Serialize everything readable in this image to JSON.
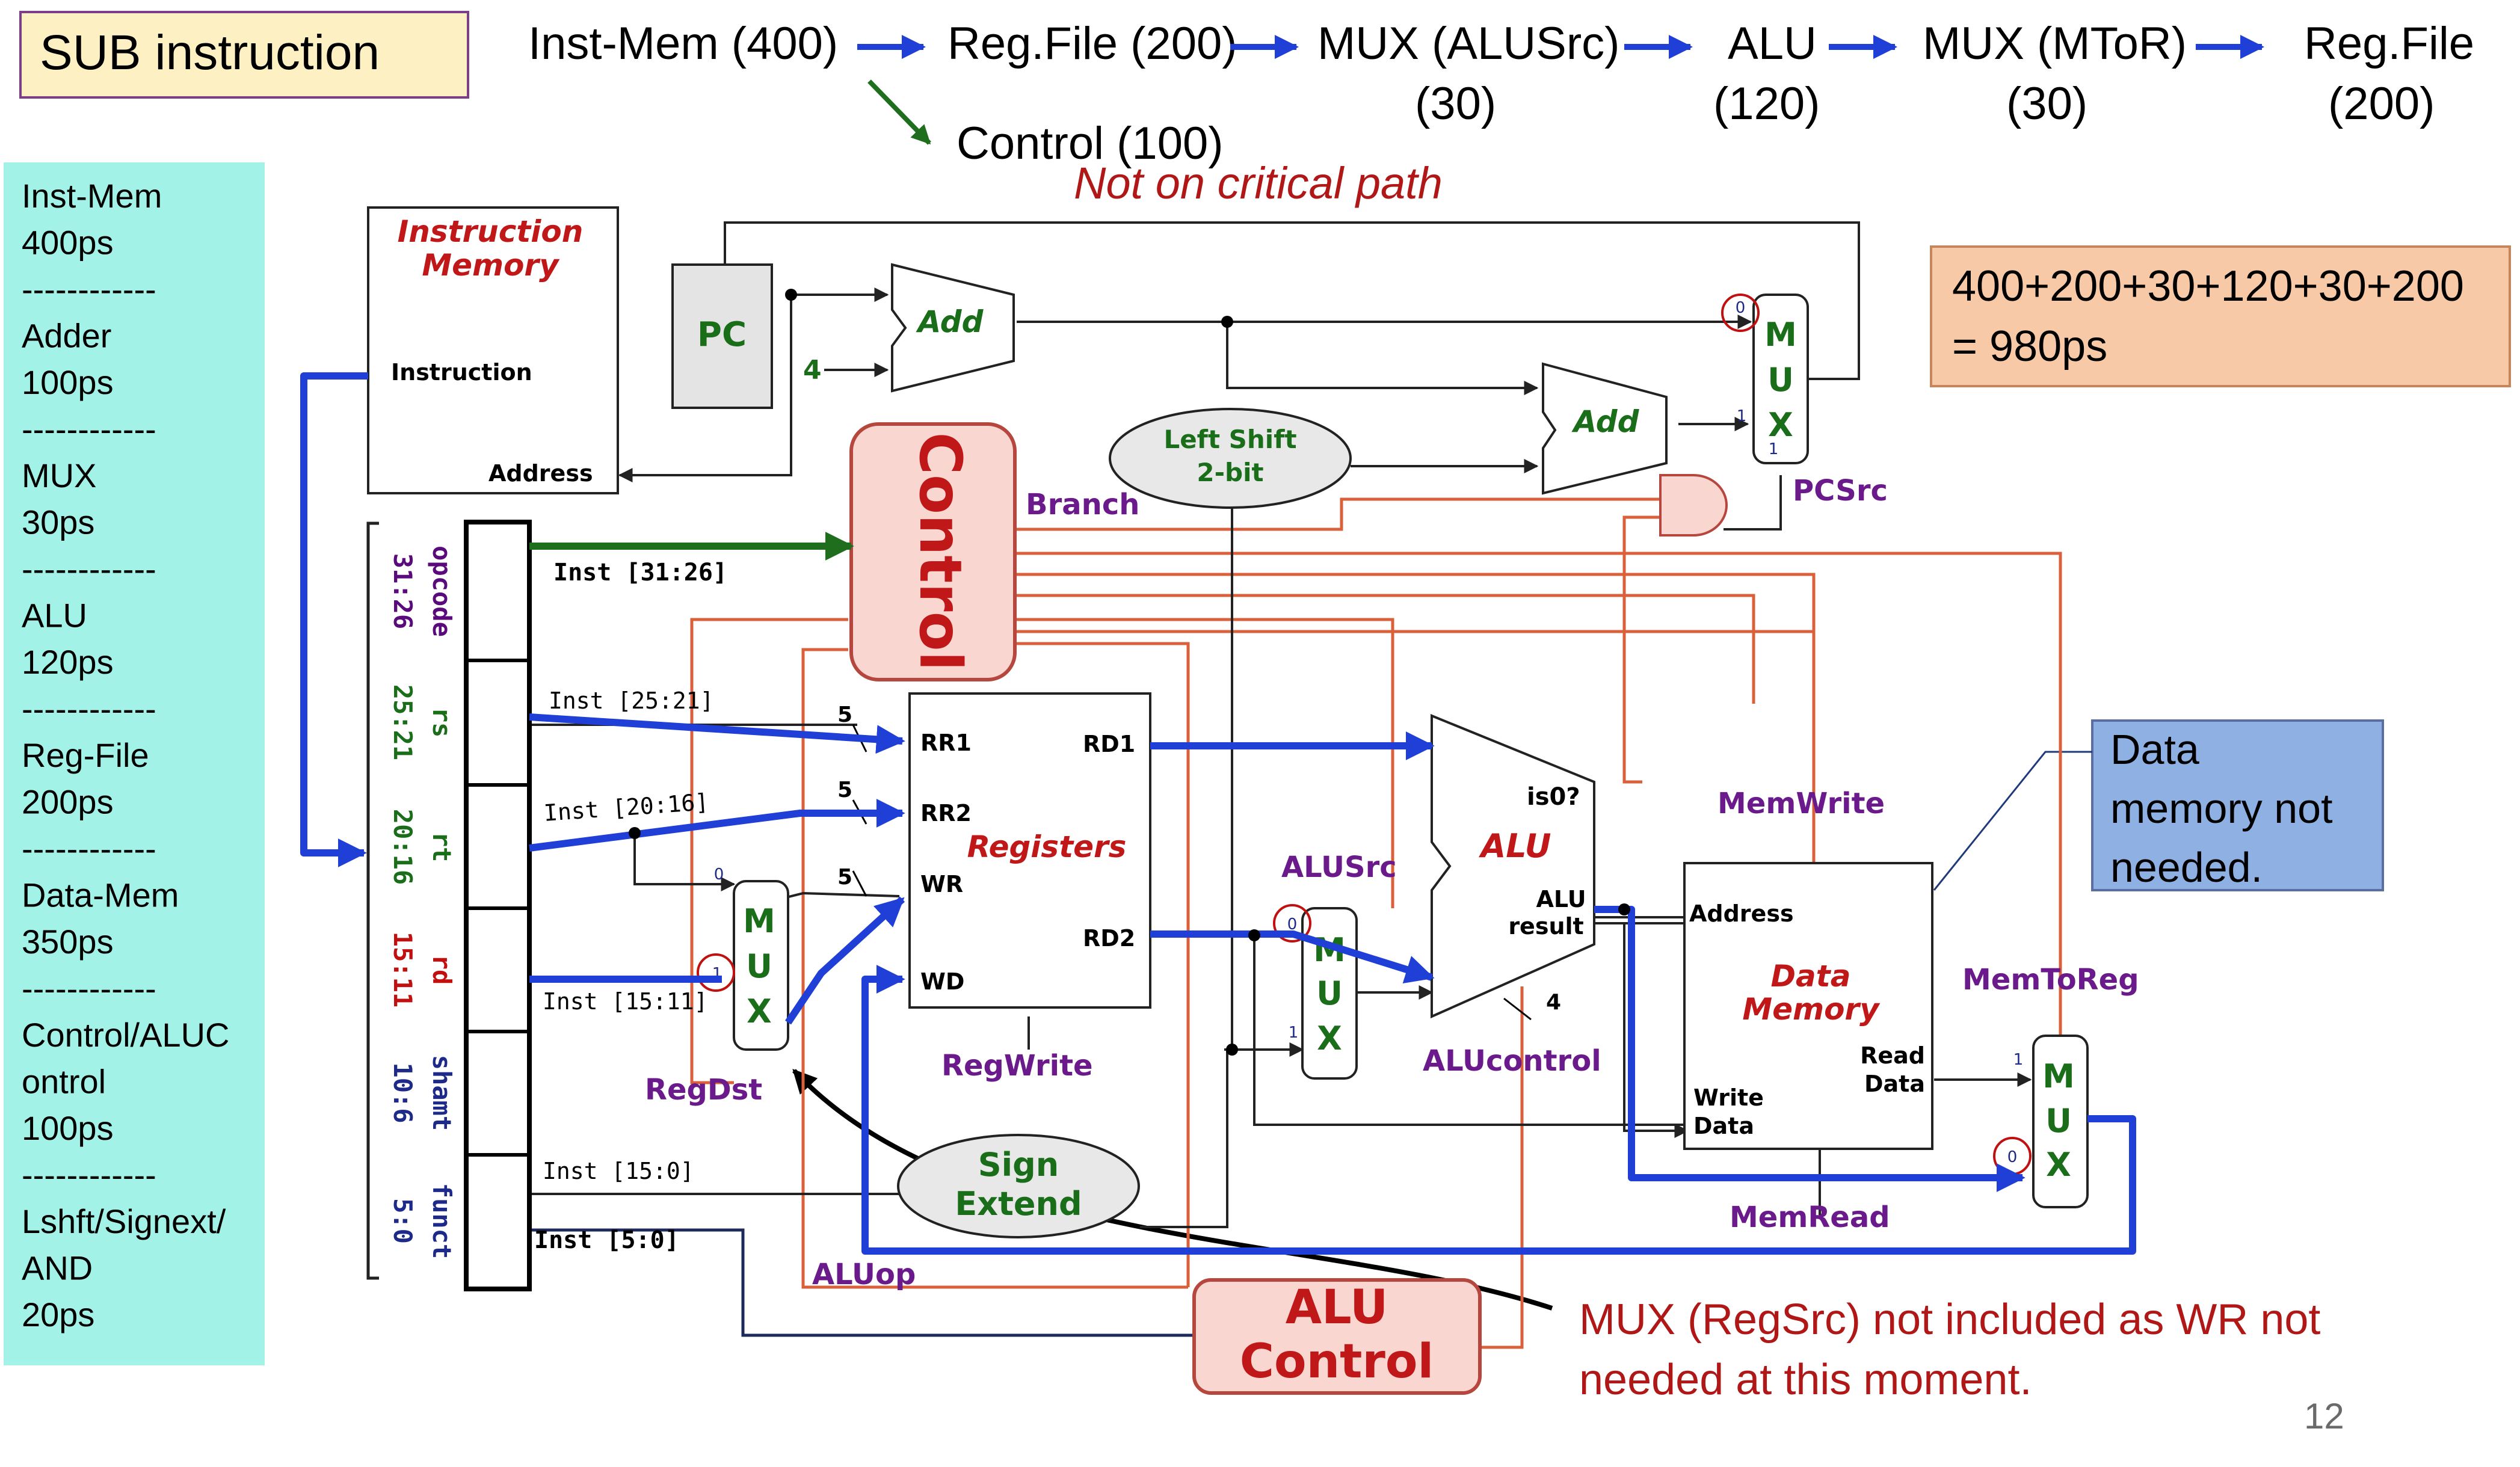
{
  "title": "SUB instruction",
  "path": {
    "steps": [
      {
        "name": "Inst-Mem (400)",
        "sub": ""
      },
      {
        "name": "Reg.File (200)",
        "sub": ""
      },
      {
        "name": "MUX (ALUSrc)",
        "sub": "(30)"
      },
      {
        "name": "ALU",
        "sub": "(120)"
      },
      {
        "name": "MUX (MToR)",
        "sub": "(30)"
      },
      {
        "name": "Reg.File",
        "sub": "(200)"
      }
    ],
    "control_branch": "Control (100)",
    "not_critical": "Not on critical path"
  },
  "timing": {
    "lines": [
      "Inst-Mem",
      "400ps",
      "------------",
      "Adder",
      "100ps",
      "------------",
      "MUX",
      "30ps",
      "------------",
      "ALU",
      "120ps",
      "------------",
      "Reg-File",
      "200ps",
      "------------",
      "Data-Mem",
      "350ps",
      "------------",
      "Control/ALUC",
      "ontrol",
      "100ps",
      "------------",
      "Lshft/Signext/",
      "AND",
      "20ps"
    ]
  },
  "sum": {
    "line1": "400+200+30+120+30+200",
    "line2": "= 980ps"
  },
  "notes": {
    "data_memory": [
      "Data",
      "memory not",
      "needed."
    ],
    "regsrc": [
      "MUX (RegSrc) not included as WR not",
      "needed at this moment."
    ]
  },
  "page_number": "12",
  "diagram": {
    "instruction_memory": [
      "Instruction",
      "Memory"
    ],
    "instruction_port": "Instruction",
    "address_port": "Address",
    "pc": "PC",
    "add": "Add",
    "four": "4",
    "left_shift": [
      "Left Shift",
      "2-bit"
    ],
    "control": "Control",
    "mux_letters": [
      "M",
      "U",
      "X"
    ],
    "mux_zero": "0",
    "mux_one": "1",
    "pcsrc": "PCSrc",
    "branch": "Branch",
    "fields": [
      {
        "name": "opcode",
        "bits": "31:26",
        "color": "#5a0a7a"
      },
      {
        "name": "rs",
        "bits": "25:21",
        "color": "#1a6e1a"
      },
      {
        "name": "rt",
        "bits": "20:16",
        "color": "#1a6e1a"
      },
      {
        "name": "rd",
        "bits": "15:11",
        "color": "#c01010"
      },
      {
        "name": "shamt",
        "bits": "10:6",
        "color": "#1e2a8a"
      },
      {
        "name": "funct",
        "bits": "5:0",
        "color": "#1e2a8a"
      }
    ],
    "inst_labels": {
      "i3126": "Inst [31:26]",
      "i2521": "Inst [25:21]",
      "i2016": "Inst [20:16]",
      "i1511": "Inst [15:11]",
      "i150": "Inst [15:0]",
      "i50": "Inst [5:0]"
    },
    "bus_five": "5",
    "bus_four": "4",
    "registers": {
      "name": "Registers",
      "rr1": "RR1",
      "rr2": "RR2",
      "wr": "WR",
      "wd": "WD",
      "rd1": "RD1",
      "rd2": "RD2"
    },
    "regwrite": "RegWrite",
    "regdst": "RegDst",
    "alusrc": "ALUSrc",
    "alu": {
      "name": "ALU",
      "is0": "is0?",
      "result": [
        "ALU",
        "result"
      ]
    },
    "alucontrol": "ALUcontrol",
    "memwrite": "MemWrite",
    "memread": "MemRead",
    "memtoreg": "MemToReg",
    "data_memory": {
      "name": [
        "Data",
        "Memory"
      ],
      "address": "Address",
      "write_data": [
        "Write",
        "Data"
      ],
      "read_data": [
        "Read",
        "Data"
      ]
    },
    "sign_extend": [
      "Sign",
      "Extend"
    ],
    "aluop": "ALUop",
    "alu_control": [
      "ALU",
      "Control"
    ]
  },
  "colors": {
    "critical": "#1f3fd6",
    "control_path": "#1e6e1e",
    "control_lines": "#d9603b",
    "annotation": "#b01818",
    "timing_bg": "#a3f2e8",
    "sum_bg": "#f8c9a6",
    "note_bg": "#8fb0e3",
    "title_bg": "#fdf1c4",
    "control_unit_fill": "#f9d6d0",
    "control_unit_border": "#b5473e"
  }
}
